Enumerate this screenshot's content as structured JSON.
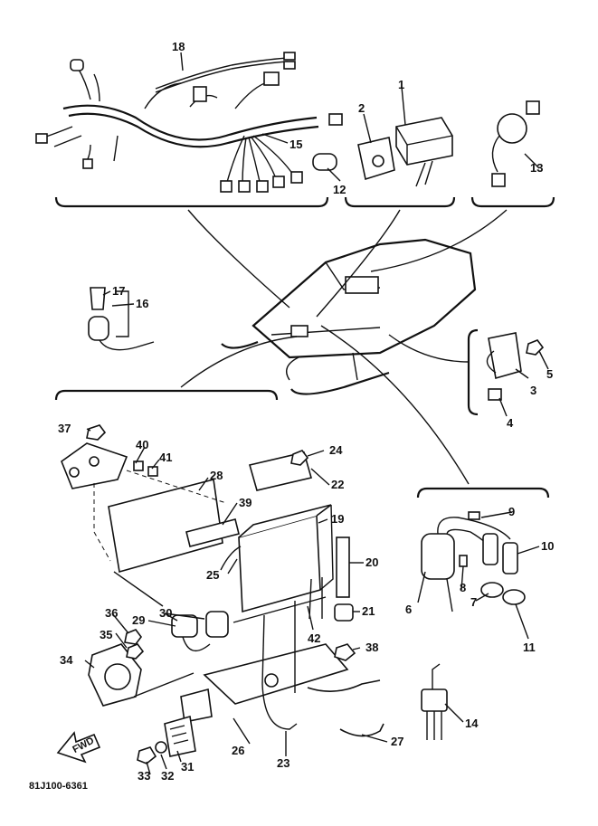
{
  "diagram_code": "81J100-6361",
  "front_marker": "FWD",
  "callouts": [
    "1",
    "2",
    "3",
    "4",
    "5",
    "6",
    "7",
    "8",
    "9",
    "10",
    "11",
    "12",
    "13",
    "14",
    "15",
    "16",
    "17",
    "18",
    "19",
    "20",
    "21",
    "22",
    "23",
    "24",
    "25",
    "26",
    "27",
    "28",
    "29",
    "30",
    "31",
    "32",
    "33",
    "34",
    "35",
    "36",
    "37",
    "38",
    "39",
    "40",
    "41",
    "42"
  ]
}
